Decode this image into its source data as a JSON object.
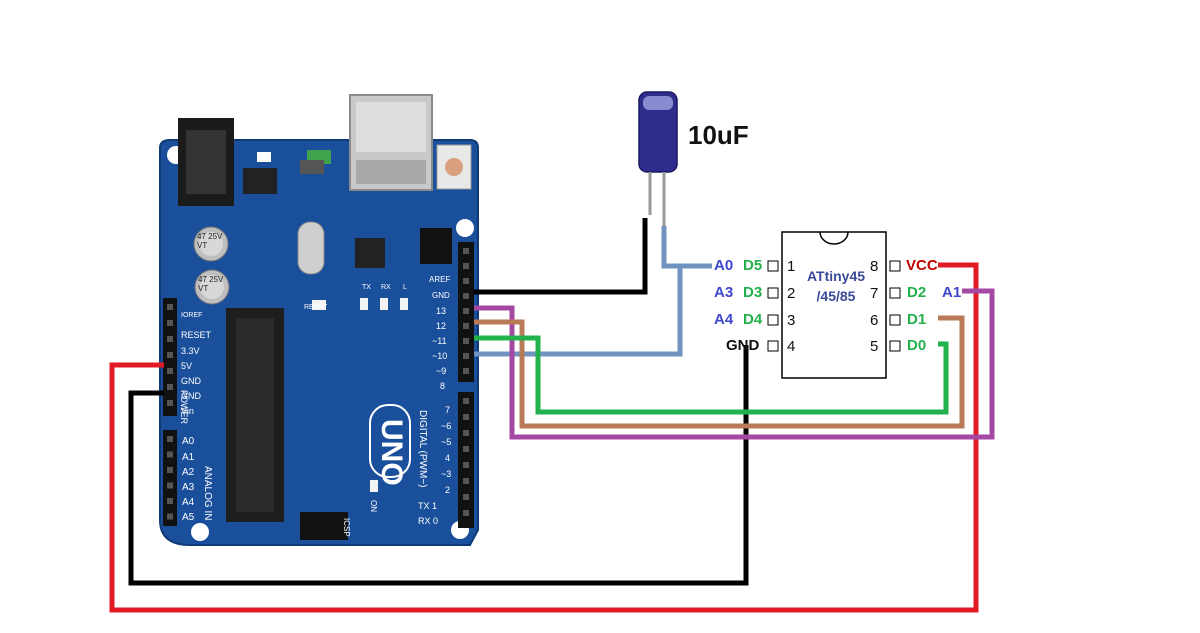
{
  "capacitor": {
    "label": "10uF"
  },
  "chip": {
    "name_line1": "ATtiny45",
    "name_line2": "/45/85",
    "left_pins": [
      {
        "num": "1",
        "digital": "D5",
        "analog": "A0"
      },
      {
        "num": "2",
        "digital": "D3",
        "analog": "A3"
      },
      {
        "num": "3",
        "digital": "D4",
        "analog": "A4"
      },
      {
        "num": "4",
        "digital": "GND",
        "analog": ""
      }
    ],
    "right_pins": [
      {
        "num": "8",
        "digital": "VCC",
        "analog": ""
      },
      {
        "num": "7",
        "digital": "D2",
        "analog": "A1"
      },
      {
        "num": "6",
        "digital": "D1",
        "analog": ""
      },
      {
        "num": "5",
        "digital": "D0",
        "analog": ""
      }
    ]
  },
  "board": {
    "logo": "UNO",
    "power_header": [
      "IOREF",
      "RESET",
      "3.3V",
      "5V",
      "GND",
      "GND",
      "Vin"
    ],
    "power_title": "POWER",
    "analog_header": [
      "A0",
      "A1",
      "A2",
      "A3",
      "A4",
      "A5"
    ],
    "analog_title": "ANALOG IN",
    "digital_top": [
      "AREF",
      "GND",
      "13",
      "12",
      "~11",
      "~10",
      "~9",
      "8"
    ],
    "digital_bottom": [
      "7",
      "~6",
      "~5",
      "4",
      "~3",
      "2",
      "TX 1",
      "RX 0"
    ],
    "digital_title": "DIGITAL (PWM~)",
    "reset_label": "RESET",
    "icsp_label": "ICSP",
    "on_label": "ON",
    "tx_label": "TX",
    "rx_label": "RX",
    "l_label": "L",
    "cap1": "47 25V VT",
    "cap2": "47 25V VT"
  },
  "colors": {
    "board": "#1a4f9c",
    "wire_red": "#e01b24",
    "wire_black": "#000000",
    "wire_green": "#22b14c",
    "wire_brown": "#b97a57",
    "wire_purple": "#a349a4",
    "wire_blue": "#7092be",
    "label_blue": "#3f48cc",
    "label_green": "#22b14c",
    "label_red": "#c00000"
  }
}
